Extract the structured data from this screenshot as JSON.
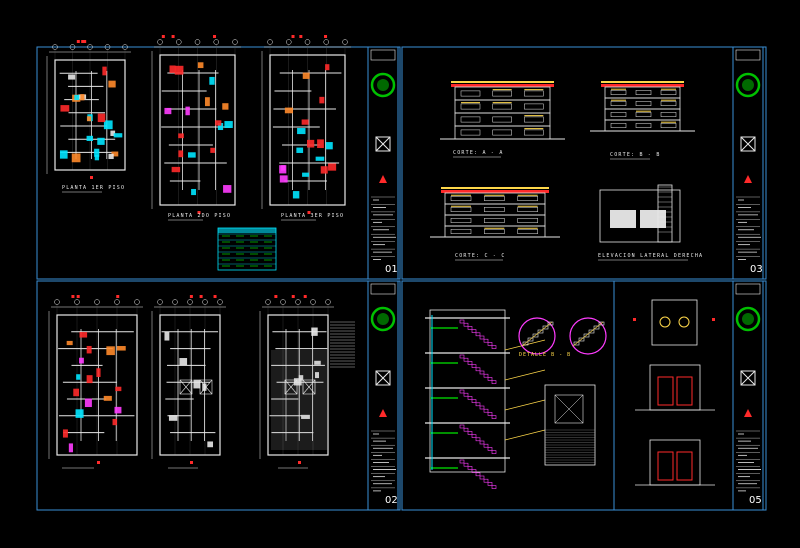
{
  "drawing": {
    "background": "#000000",
    "frame_color": "#3a8fd6",
    "sheets": [
      {
        "number": "01",
        "labels": [
          "PLANTA 1ER PISO",
          "PLANTA 2DO PISO",
          "PLANTA 3ER PISO"
        ]
      },
      {
        "number": "02",
        "labels": []
      },
      {
        "number": "03",
        "labels": [
          "CORTE: A - A",
          "CORTE: B - B",
          "CORTE: C - C",
          "ELEVACION LATERAL DERECHA"
        ]
      },
      {
        "number": "05",
        "labels": [
          "DETALLE B - B"
        ]
      }
    ],
    "colors": {
      "cyan": "#00e5ff",
      "red": "#ff2a2a",
      "yellow": "#ffd84a",
      "white": "#e8e8e8",
      "green": "#00c000",
      "magenta": "#ff3cff",
      "orange": "#ff8a2a",
      "frame": "#3a8fd6"
    },
    "icons": [
      "emblem-logo-icon",
      "north-arrow-icon"
    ]
  }
}
